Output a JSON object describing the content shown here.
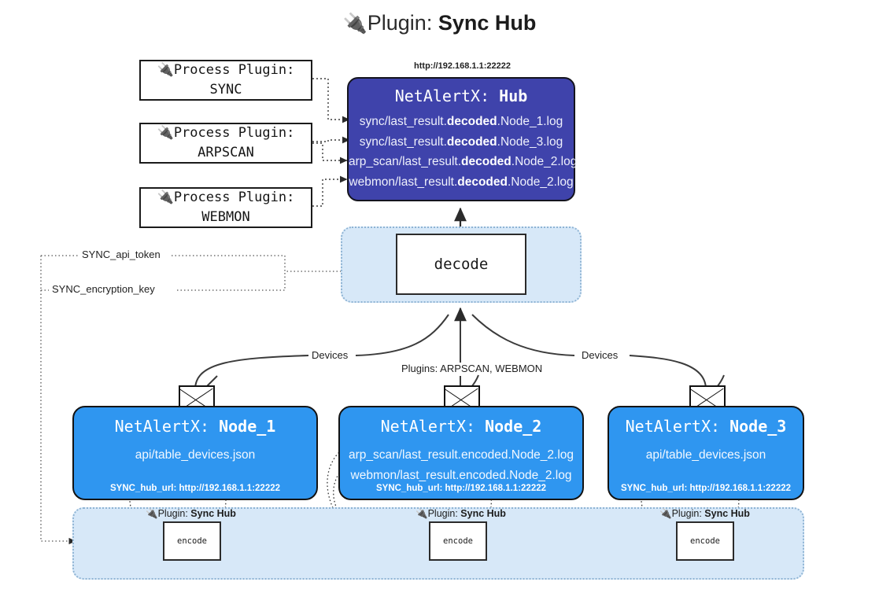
{
  "title": {
    "icon": "plug-icon",
    "prefix": "Plugin: ",
    "name": "Sync Hub",
    "glyph": "🔌"
  },
  "process_plugins": [
    {
      "icon": "plug-icon",
      "line1": "Process Plugin:",
      "line2": "SYNC"
    },
    {
      "icon": "plug-icon",
      "line1": "Process Plugin:",
      "line2": "ARPSCAN"
    },
    {
      "icon": "plug-icon",
      "line1": "Process Plugin:",
      "line2": "WEBMON"
    }
  ],
  "hub": {
    "endpoint": "http://192.168.1.1:22222",
    "title_prefix": "NetAlertX: ",
    "title_name": "Hub",
    "logs": [
      {
        "pre": "sync/last_result.",
        "strong": "decoded",
        "post": ".Node_1.log"
      },
      {
        "pre": "sync/last_result.",
        "strong": "decoded",
        "post": ".Node_3.log"
      },
      {
        "pre": "arp_scan/last_result.",
        "strong": "decoded",
        "post": ".Node_2.log"
      },
      {
        "pre": "webmon/last_result.",
        "strong": "decoded",
        "post": ".Node_2.log"
      }
    ]
  },
  "decode": {
    "label": "decode"
  },
  "config_edges": [
    {
      "label": "SYNC_api_token"
    },
    {
      "label": "SYNC_encryption_key"
    }
  ],
  "flow_labels": {
    "left_devices": "Devices",
    "center_plugins": "Plugins: ARPSCAN, WEBMON",
    "right_devices": "Devices"
  },
  "nodes": [
    {
      "icon": "envelope-icon",
      "title_prefix": "NetAlertX: ",
      "title_name": "Node_1",
      "lines": [
        "api/table_devices.json"
      ],
      "footer": "SYNC_hub_url: http://192.168.1.1:22222"
    },
    {
      "icon": "envelope-icon",
      "title_prefix": "NetAlertX: ",
      "title_name": "Node_2",
      "lines": [
        "arp_scan/last_result.encoded.Node_2.log",
        "webmon/last_result.encoded.Node_2.log"
      ],
      "footer": "SYNC_hub_url: http://192.168.1.1:22222"
    },
    {
      "icon": "envelope-icon",
      "title_prefix": "NetAlertX: ",
      "title_name": "Node_3",
      "lines": [
        "api/table_devices.json"
      ],
      "footer": "SYNC_hub_url: http://192.168.1.1:22222"
    }
  ],
  "encoders": [
    {
      "cap_prefix": "Plugin: ",
      "cap_name": "Sync Hub",
      "label": "encode",
      "icon": "plug-icon"
    },
    {
      "cap_prefix": "Plugin: ",
      "cap_name": "Sync Hub",
      "label": "encode",
      "icon": "plug-icon"
    },
    {
      "cap_prefix": "Plugin: ",
      "cap_name": "Sync Hub",
      "label": "encode",
      "icon": "plug-icon"
    }
  ],
  "colors": {
    "hub_fill": "#3f43ab",
    "node_fill": "#2f96f0",
    "container_fill": "#d7e8f8",
    "container_border": "#8fb4d4",
    "stroke": "#2b2b2b"
  }
}
